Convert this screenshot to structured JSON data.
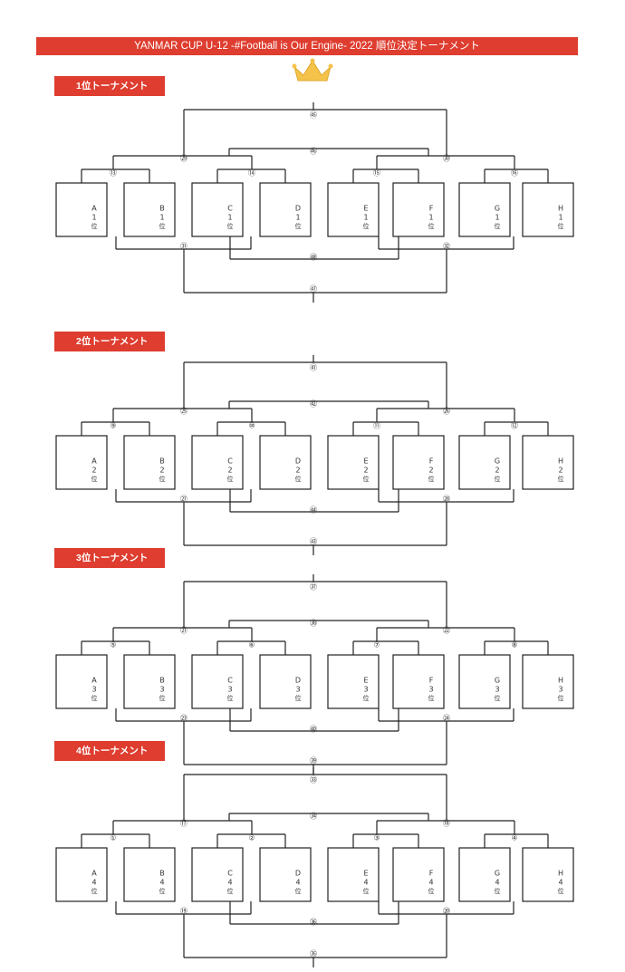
{
  "header": {
    "title": "YANMAR CUP U-12 -#Football is Our Engine- 2022 順位決定トーナメント"
  },
  "icons": {
    "crown": "crown-icon"
  },
  "colors": {
    "accent": "#de3d2f",
    "crown": "#f5c24a",
    "line": "#222222"
  },
  "tournaments": [
    {
      "label": "1位トーナメント",
      "rank": "1",
      "rank_suffix": "位",
      "teams": [
        "A",
        "B",
        "C",
        "D",
        "E",
        "F",
        "G",
        "H"
      ],
      "matches": {
        "r1": [
          "⑬",
          "⑭",
          "⑮",
          "⑯"
        ],
        "sf": [
          "㉙",
          "㉚"
        ],
        "final": "㊺",
        "third": "㊻",
        "lower_sf": [
          "㉛",
          "㉜"
        ],
        "lower_final": "㊽",
        "lower_third": "㊼"
      }
    },
    {
      "label": "2位トーナメント",
      "rank": "2",
      "rank_suffix": "位",
      "teams": [
        "A",
        "B",
        "C",
        "D",
        "E",
        "F",
        "G",
        "H"
      ],
      "matches": {
        "r1": [
          "⑨",
          "⑩",
          "⑪",
          "⑫"
        ],
        "sf": [
          "㉕",
          "㉖"
        ],
        "final": "㊶",
        "third": "㊷",
        "lower_sf": [
          "㉗",
          "㉘"
        ],
        "lower_final": "㊹",
        "lower_third": "㊸"
      }
    },
    {
      "label": "3位トーナメント",
      "rank": "3",
      "rank_suffix": "位",
      "teams": [
        "A",
        "B",
        "C",
        "D",
        "E",
        "F",
        "G",
        "H"
      ],
      "matches": {
        "r1": [
          "⑤",
          "⑥",
          "⑦",
          "⑧"
        ],
        "sf": [
          "㉑",
          "㉒"
        ],
        "final": "㊲",
        "third": "㊳",
        "lower_sf": [
          "㉓",
          "㉔"
        ],
        "lower_final": "㊵",
        "lower_third": "㊴"
      }
    },
    {
      "label": "4位トーナメント",
      "rank": "4",
      "rank_suffix": "位",
      "teams": [
        "A",
        "B",
        "C",
        "D",
        "E",
        "F",
        "G",
        "H"
      ],
      "matches": {
        "r1": [
          "①",
          "②",
          "③",
          "④"
        ],
        "sf": [
          "⑰",
          "⑱"
        ],
        "final": "㉝",
        "third": "㉞",
        "lower_sf": [
          "⑲",
          "⑳"
        ],
        "lower_final": "㊱",
        "lower_third": "㉟"
      }
    }
  ]
}
